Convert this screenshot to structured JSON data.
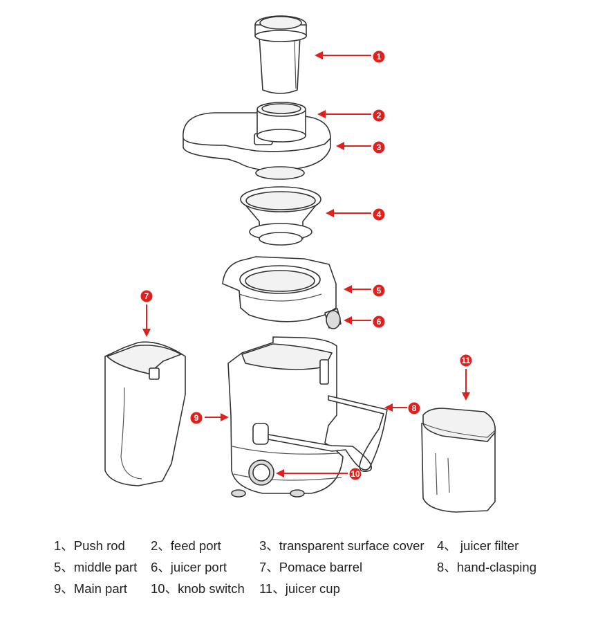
{
  "colors": {
    "accent": "#e0201c",
    "line": "#333333",
    "text": "#222222"
  },
  "callouts": [
    {
      "number": "1",
      "part": "push-rod"
    },
    {
      "number": "2",
      "part": "feed-port"
    },
    {
      "number": "3",
      "part": "transparent-surface-cover"
    },
    {
      "number": "4",
      "part": "juicer-filter"
    },
    {
      "number": "5",
      "part": "middle-part"
    },
    {
      "number": "6",
      "part": "juicer-port"
    },
    {
      "number": "7",
      "part": "pomace-barrel"
    },
    {
      "number": "8",
      "part": "hand-clasping"
    },
    {
      "number": "9",
      "part": "main-part"
    },
    {
      "number": "10",
      "part": "knob-switch"
    },
    {
      "number": "11",
      "part": "juicer-cup"
    }
  ],
  "legend": {
    "rows": [
      [
        "1、Push rod",
        "2、feed port",
        "3、transparent surface cover",
        "4、 juicer filter"
      ],
      [
        "5、middle part",
        "6、juicer port",
        "7、Pomace barrel",
        "8、hand-clasping"
      ],
      [
        "9、Main part",
        "10、knob switch",
        "11、juicer cup"
      ]
    ]
  }
}
